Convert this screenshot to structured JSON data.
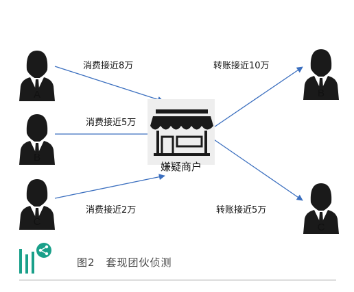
{
  "colors": {
    "arrow": "#3b6fbf",
    "person": "#1a1a1a",
    "brand": "#1aa08a"
  },
  "people_left": [
    {
      "label": "A",
      "icon": "businessman-icon"
    },
    {
      "label": "B",
      "icon": "businessman-icon"
    },
    {
      "label": "C",
      "icon": "businessman-icon"
    }
  ],
  "people_right": [
    {
      "label": "B",
      "icon": "businessman-icon"
    },
    {
      "label": "C",
      "icon": "businessman-icon"
    }
  ],
  "flows": {
    "a_to_store": "消费接近8万",
    "b_to_store": "消费接近5万",
    "c_to_store": "消费接近2万",
    "store_to_b": "转账接近10万",
    "store_to_c": "转账接近5万"
  },
  "store": {
    "label": "嫌疑商户",
    "icon": "storefront-icon"
  },
  "caption": {
    "text": "图2　套现团伙侦测",
    "icon": "share-logo-icon"
  }
}
